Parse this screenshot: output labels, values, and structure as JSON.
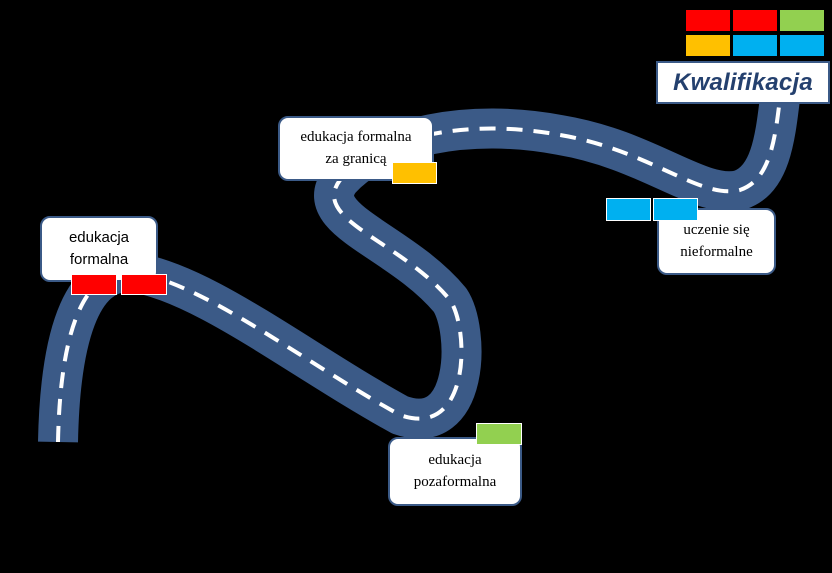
{
  "colors": {
    "road": "#3b5a87",
    "road_dash": "#ffffff",
    "formal": "#ff0000",
    "abroad": "#ffc000",
    "nonformal": "#92d050",
    "informal": "#00b0f0"
  },
  "brand": {
    "label": "Kwalifikacja"
  },
  "legend": [
    "formal",
    "formal",
    "nonformal",
    "abroad",
    "informal",
    "informal"
  ],
  "stations": {
    "formal": {
      "line1": "edukacja",
      "line2": "formalna"
    },
    "abroad": {
      "line1": "edukacja  formalna",
      "line2": "za granicą"
    },
    "nonformal": {
      "line1": "edukacja",
      "line2": "pozaformalna"
    },
    "informal": {
      "line1": "uczenie się",
      "line2": "nieformalne"
    }
  }
}
